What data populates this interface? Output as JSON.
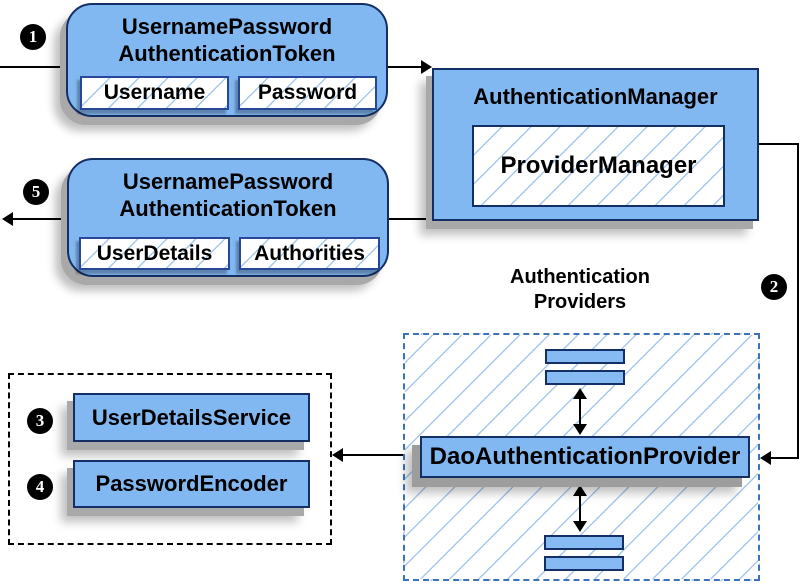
{
  "diagram_title": "Spring Security authentication flow",
  "colors": {
    "node_fill": "#82b8f1",
    "node_border": "#132f66",
    "field_border": "#27479a",
    "hatch_line": "#a6c8ee",
    "providers_dash_border": "#3c72b8",
    "services_dash_border": "#000000",
    "connector": "#000000",
    "badge_bg": "#000000",
    "badge_text": "#ffffff"
  },
  "badges": [
    {
      "label": "1"
    },
    {
      "label": "2"
    },
    {
      "label": "3"
    },
    {
      "label": "4"
    },
    {
      "label": "5"
    }
  ],
  "token_request": {
    "title_line1": "UsernamePassword",
    "title_line2": "AuthenticationToken",
    "fields": [
      {
        "label": "Username"
      },
      {
        "label": "Password"
      }
    ]
  },
  "authentication_manager": {
    "title": "AuthenticationManager",
    "inner_label": "ProviderManager"
  },
  "token_result": {
    "title_line1": "UsernamePassword",
    "title_line2": "AuthenticationToken",
    "fields": [
      {
        "label": "UserDetails"
      },
      {
        "label": "Authorities"
      }
    ]
  },
  "providers": {
    "label_line1": "Authentication",
    "label_line2": "Providers",
    "dao_label": "DaoAuthenticationProvider"
  },
  "services": {
    "user_details_service": "UserDetailsService",
    "password_encoder": "PasswordEncoder"
  }
}
